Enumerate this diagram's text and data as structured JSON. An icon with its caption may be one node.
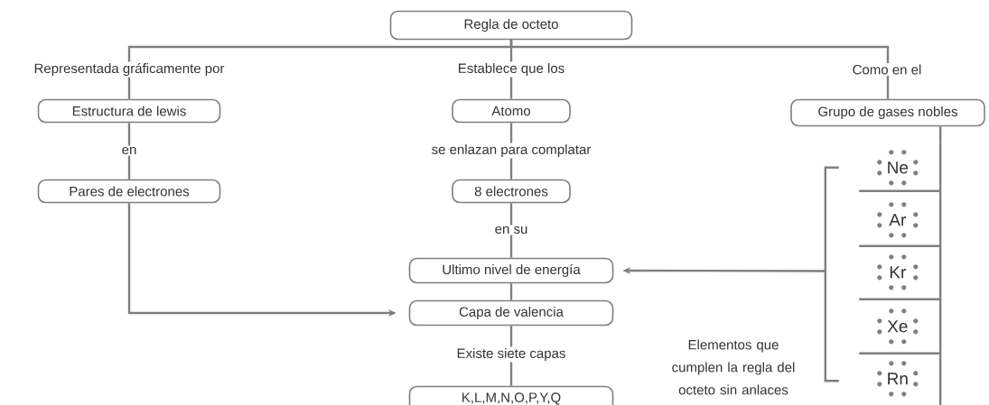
{
  "diagram": {
    "nodes": [
      {
        "text": [
          "Regla de octeto"
        ]
      },
      {
        "text": [
          "Estructura de lewis"
        ]
      },
      {
        "text": [
          "Pares de electrones"
        ]
      },
      {
        "text": [
          "Atomo"
        ]
      },
      {
        "text": [
          "8 electrones"
        ]
      },
      {
        "text": [
          "Ultimo nivel de energía"
        ]
      },
      {
        "text": [
          "Capa de valencia"
        ]
      },
      {
        "text": [
          "K,L,M,N,O,P,Y,Q"
        ]
      },
      {
        "text": [
          "Grupo de gases nobles"
        ]
      },
      {
        "text": [],
        "shape": "box"
      },
      {
        "text": [
          "Ne"
        ],
        "in": 9
      },
      {
        "text": [
          "Ar"
        ],
        "in": 9
      },
      {
        "text": [
          "Kr"
        ],
        "in": 9
      },
      {
        "text": [
          "Xe"
        ],
        "in": 9
      },
      {
        "text": [
          "Rn"
        ],
        "in": 9
      }
    ],
    "edges": [
      {
        "from": 0,
        "to": 1,
        "arrow": "none",
        "label": "Representada gráficamente por"
      },
      {
        "from": 0,
        "to": 3,
        "arrow": "none",
        "label": "Establece que los"
      },
      {
        "from": 0,
        "to": 8,
        "arrow": "none",
        "label": "Como en el"
      },
      {
        "from": 1,
        "to": 2,
        "arrow": "none",
        "label": "en"
      },
      {
        "from": 3,
        "to": 4,
        "arrow": "none",
        "label": "se enlazan para complatar"
      },
      {
        "from": 4,
        "to": 5,
        "arrow": "none",
        "label": "en su"
      },
      {
        "from": 5,
        "to": 6,
        "arrow": "none"
      },
      {
        "from": 6,
        "to": 7,
        "arrow": "none",
        "label": "Existe siete capas"
      },
      {
        "from": 2,
        "to": 6,
        "arrow": "to"
      },
      {
        "from": 9,
        "to": 5,
        "arrow": "to"
      },
      {
        "from": 8,
        "to": 9,
        "arrow": "none"
      }
    ],
    "labels": [
      "Elementos que cumplen la regla del octeto sin anlaces"
    ]
  }
}
